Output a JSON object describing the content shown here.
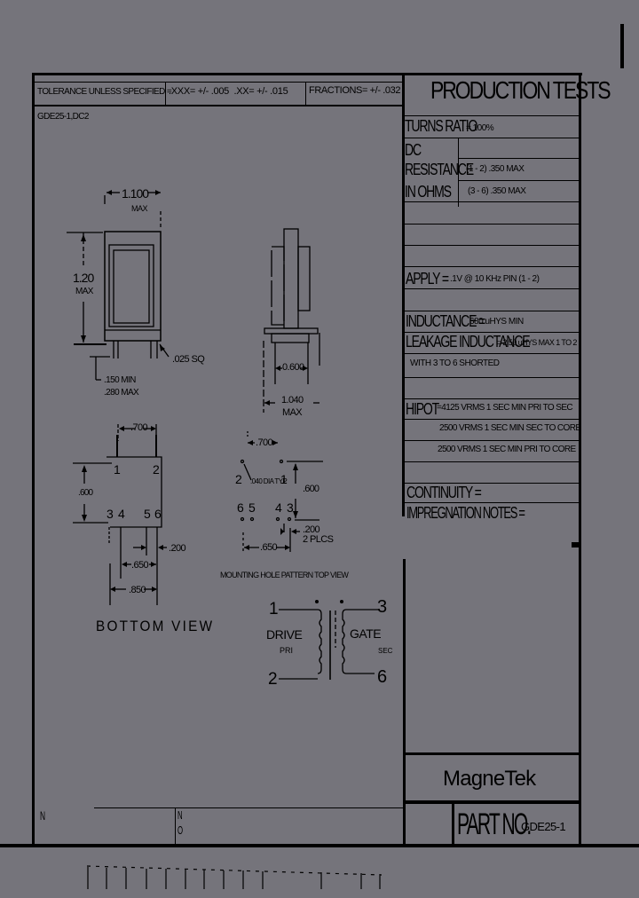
{
  "header": {
    "tolerance_label": "TOLERANCE UNLESS SPECIFIED =",
    "tolerance_values": ".XXX= +/- .005  .XX= +/- .015",
    "fractions": "FRACTIONS= +/- .032",
    "drawing_id": "GDE25-1,DC2"
  },
  "production_tests": {
    "title": "PRODUCTION TESTS",
    "turns_ratio_label": "TURNS RATIO",
    "turns_ratio_value": "= 100%",
    "dc_label_1": "DC",
    "dc_label_2": "RESISTANCE",
    "dc_label_3": "IN OHMS",
    "dc_row_1": "(1 - 2) .350 MAX",
    "dc_row_2": "(3 - 6) .350 MAX",
    "apply_label": "APPLY =",
    "apply_value": ".1V @ 10 KHz PIN (1 - 2)",
    "inductance_label": "INDUCTANCE =",
    "inductance_value": "680 uHYS MIN",
    "leakage_label": "LEAKAGE INDUCTANCE",
    "leakage_value": "= 2.50 uHYS MAX 1 TO 2",
    "leakage_note": "WITH 3 TO 6 SHORTED",
    "hipot_label": "HIPOT",
    "hipot_value_1": "=4125 VRMS 1 SEC MIN PRI TO SEC",
    "hipot_value_2": "2500 VRMS 1 SEC MIN SEC TO CORE",
    "hipot_value_3": "2500 VRMS 1 SEC MIN PRI TO CORE",
    "continuity_label": "CONTINUITY =",
    "impregnation_label": "IMPREGNATION NOTES ="
  },
  "side_view": {
    "width_dim": "1.100",
    "width_note": "MAX",
    "height_dim": "1.20",
    "height_note": "MAX",
    "pin_size": ".025 SQ",
    "pin_len_min": ".150 MIN",
    "pin_len_max": ".280 MAX"
  },
  "front_view": {
    "pin_span": "0.600",
    "overall_dim": "1.040",
    "overall_note": "MAX"
  },
  "bottom_view": {
    "top_dim": ".700",
    "height_dim": ".600",
    "pins_top": [
      "1",
      "2"
    ],
    "pins_bottom": [
      "3",
      "4",
      "5",
      "6"
    ],
    "pitch_dim": ".200",
    "inner_dim": ".650",
    "outer_dim": ".850",
    "caption": "BOTTOM VIEW"
  },
  "mounting_pattern": {
    "top_dim": ".700",
    "hole_note": ".040 DIA TYP",
    "pins_top": [
      "2",
      "1"
    ],
    "pins_bottom": [
      "6",
      "5",
      "4",
      "3"
    ],
    "height_dim": ".600",
    "pitch_dim": ".200",
    "pitch_note": "2 PLCS",
    "span_dim": ".650",
    "caption": "MOUNTING HOLE PATTERN TOP VIEW"
  },
  "schematic": {
    "pin_1": "1",
    "pin_2": "2",
    "pin_3": "3",
    "pin_6": "6",
    "primary_label": "DRIVE",
    "primary_sub": "PRI",
    "secondary_label": "GATE",
    "secondary_sub": "SEC",
    "dot": "•"
  },
  "title_block": {
    "company": "MagneTek",
    "part_no_label": "PART NO.",
    "part_no_value": "GDE25-1",
    "left_cell_mark": "N",
    "mid_cell_mark_1": "N",
    "mid_cell_mark_2": "O"
  },
  "colors": {
    "background": "#75747b",
    "ink": "#000000"
  }
}
